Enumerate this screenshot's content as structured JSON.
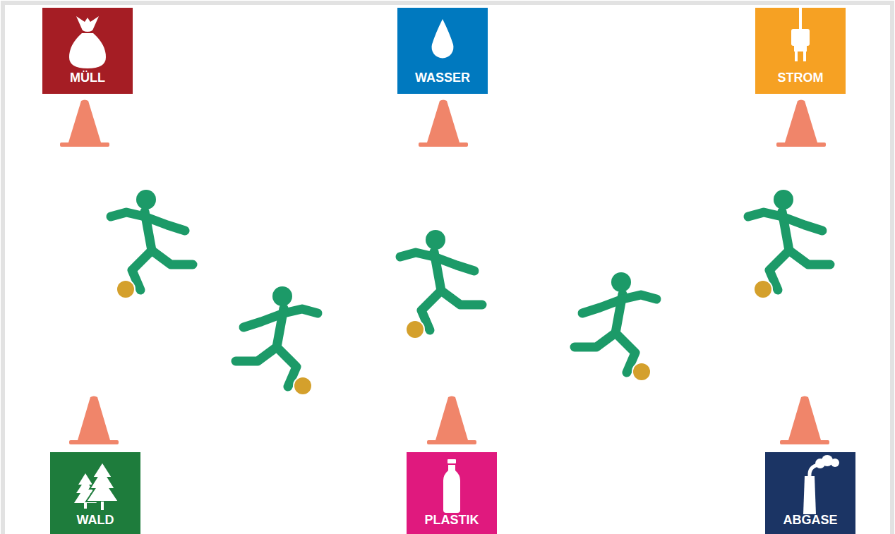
{
  "diagram": {
    "nodes": [
      {
        "text": [
          "MÜLL"
        ]
      },
      {
        "text": [
          "WASSER"
        ]
      },
      {
        "text": [
          "STROM"
        ]
      },
      {
        "text": [
          "WALD"
        ]
      },
      {
        "text": [
          "PLASTIK"
        ]
      },
      {
        "text": [
          "ABGASE"
        ]
      }
    ]
  }
}
